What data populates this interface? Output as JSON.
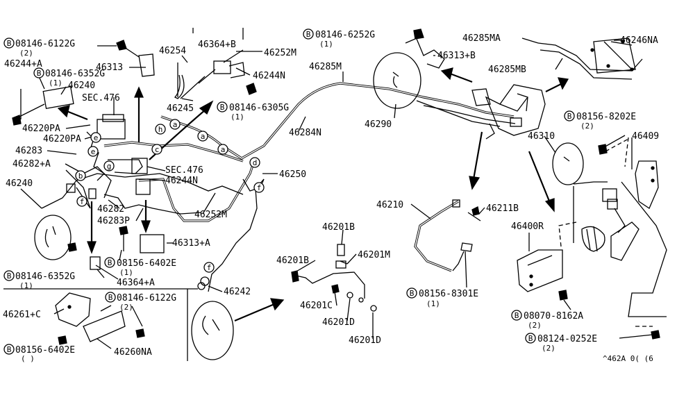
{
  "diagram": {
    "labels": {
      "bolt_08146_6122g_top": "08146-6122G",
      "qty_2_a": "(2)",
      "p46244a": "46244+A",
      "bolt_08146_6352g_top": "08146-6352G",
      "qty_1_a": "(1)",
      "p46240": "46240",
      "p46313_top": "46313",
      "sec476_a": "SEC.476",
      "p46220pa_a": "46220PA",
      "p46220pa_b": "46220PA",
      "p46283": "46283",
      "p46282a": "46282+A",
      "p46240_b": "46240",
      "p46254": "46254",
      "p46364b": "46364+B",
      "p46252m_top": "46252M",
      "p46244n_top": "46244N",
      "p46245": "46245",
      "bolt_08146_6305g": "08146-6305G",
      "qty_1_b": "(1)",
      "sec476_b": "SEC.476",
      "p46244n_mid": "46244N",
      "p46250": "46250",
      "p46252m_mid": "46252M",
      "p46282": "46282",
      "p46283p": "46283P",
      "p46313a": "46313+A",
      "bolt_08156_6402e_mid": "08156-6402E",
      "qty_1_c": "(1)",
      "bolt_08146_6352g_bot": "08146-6352G",
      "qty_1_d": "(1)",
      "p46364a": "46364+A",
      "p46261c": "46261+C",
      "bolt_08146_6122g_bot": "08146-6122G",
      "qty_2_b": "(2)",
      "bolt_08156_6402e_bot": "08156-6402E",
      "qty_1_e": "( )",
      "p46260na": "46260NA",
      "p46242": "46242",
      "bolt_08146_6252g": "08146-6252G",
      "qty_1_f": "(1)",
      "p46313b": "46313+B",
      "p46285m": "46285M",
      "p46284n": "46284N",
      "p46290": "46290",
      "p46285ma": "46285MA",
      "p46285mb": "46285MB",
      "p46246na": "46246NA",
      "bolt_08156_8202e": "08156-8202E",
      "qty_2_c": "(2)",
      "p46409": "46409",
      "p46310": "46310",
      "p46400r": "46400R",
      "bolt_08070_8162a": "08070-8162A",
      "qty_2_d": "(2)",
      "bolt_08124_0252e": "08124-0252E",
      "qty_2_e": "(2)",
      "p46210": "46210",
      "p46211b": "46211B",
      "bolt_08156_8301e": "08156-8301E",
      "qty_1_g": "(1)",
      "p46201b_a": "46201B",
      "p46201b_b": "46201B",
      "p46201m": "46201M",
      "p46201c": "46201C",
      "p46201d_a": "46201D",
      "p46201d_b": "46201D",
      "code": "^462A 0( (6"
    },
    "bolt_symbol": "B",
    "clip_letters": {
      "a1": "a",
      "a2": "a",
      "a3": "a",
      "b1": "b",
      "c1": "c",
      "d1": "d",
      "e1": "e",
      "e2": "e",
      "f1": "f",
      "f2": "f",
      "f3": "f",
      "g1": "g",
      "h1": "h"
    }
  }
}
